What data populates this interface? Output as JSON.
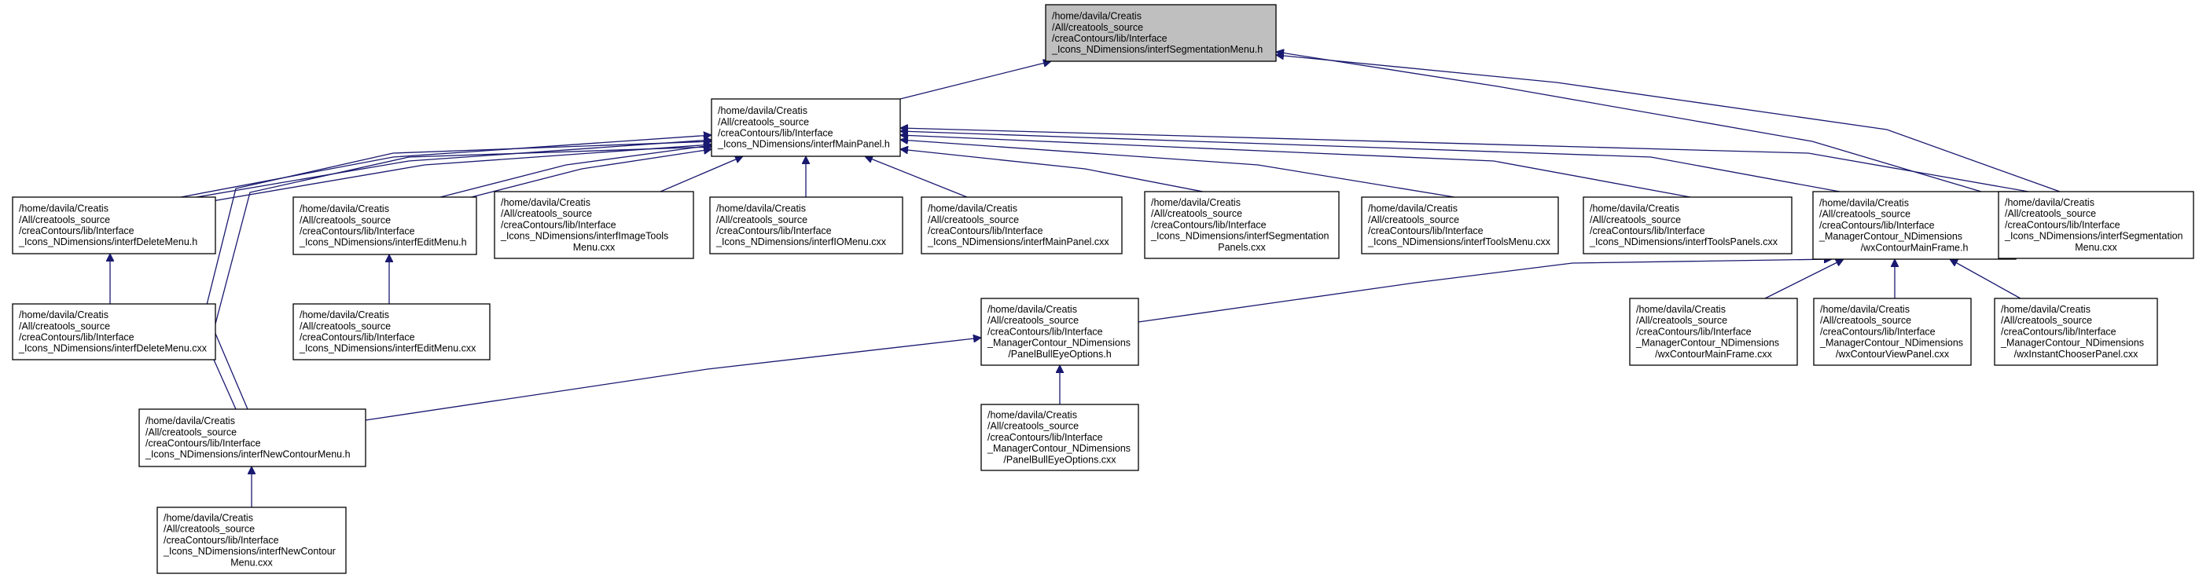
{
  "diagram": {
    "title": "",
    "nodes": [
      {
        "id": "n0",
        "root": true,
        "align": "left",
        "lines": [
          "/home/davila/Creatis",
          "/All/creatools_source",
          "/creaContours/lib/Interface",
          "_Icons_NDimensions/interfSegmentationMenu.h"
        ]
      },
      {
        "id": "n1",
        "align": "left",
        "lines": [
          "/home/davila/Creatis",
          "/All/creatools_source",
          "/creaContours/lib/Interface",
          "_Icons_NDimensions/interfMainPanel.h"
        ]
      },
      {
        "id": "n2",
        "align": "left",
        "lines": [
          "/home/davila/Creatis",
          "/All/creatools_source",
          "/creaContours/lib/Interface",
          "_Icons_NDimensions/interfDeleteMenu.h"
        ]
      },
      {
        "id": "n3",
        "align": "left",
        "lines": [
          "/home/davila/Creatis",
          "/All/creatools_source",
          "/creaContours/lib/Interface",
          "_Icons_NDimensions/interfEditMenu.h"
        ]
      },
      {
        "id": "n4",
        "align": "center",
        "lines": [
          "/home/davila/Creatis",
          "/All/creatools_source",
          "/creaContours/lib/Interface",
          "_Icons_NDimensions/interfImageTools",
          "Menu.cxx"
        ]
      },
      {
        "id": "n5",
        "align": "left",
        "lines": [
          "/home/davila/Creatis",
          "/All/creatools_source",
          "/creaContours/lib/Interface",
          "_Icons_NDimensions/interfIOMenu.cxx"
        ]
      },
      {
        "id": "n6",
        "align": "left",
        "lines": [
          "/home/davila/Creatis",
          "/All/creatools_source",
          "/creaContours/lib/Interface",
          "_Icons_NDimensions/interfMainPanel.cxx"
        ]
      },
      {
        "id": "n7",
        "align": "center",
        "lines": [
          "/home/davila/Creatis",
          "/All/creatools_source",
          "/creaContours/lib/Interface",
          "_Icons_NDimensions/interfSegmentation",
          "Panels.cxx"
        ]
      },
      {
        "id": "n8",
        "align": "left",
        "lines": [
          "/home/davila/Creatis",
          "/All/creatools_source",
          "/creaContours/lib/Interface",
          "_Icons_NDimensions/interfToolsMenu.cxx"
        ]
      },
      {
        "id": "n9",
        "align": "left",
        "lines": [
          "/home/davila/Creatis",
          "/All/creatools_source",
          "/creaContours/lib/Interface",
          "_Icons_NDimensions/interfToolsPanels.cxx"
        ]
      },
      {
        "id": "n10",
        "align": "center",
        "lines": [
          "/home/davila/Creatis",
          "/All/creatools_source",
          "/creaContours/lib/Interface",
          "_ManagerContour_NDimensions",
          "/wxContourMainFrame.h"
        ]
      },
      {
        "id": "n11",
        "align": "center",
        "lines": [
          "/home/davila/Creatis",
          "/All/creatools_source",
          "/creaContours/lib/Interface",
          "_Icons_NDimensions/interfSegmentation",
          "Menu.cxx"
        ]
      },
      {
        "id": "n12",
        "align": "left",
        "lines": [
          "/home/davila/Creatis",
          "/All/creatools_source",
          "/creaContours/lib/Interface",
          "_Icons_NDimensions/interfDeleteMenu.cxx"
        ]
      },
      {
        "id": "n13",
        "align": "left",
        "lines": [
          "/home/davila/Creatis",
          "/All/creatools_source",
          "/creaContours/lib/Interface",
          "_Icons_NDimensions/interfEditMenu.cxx"
        ]
      },
      {
        "id": "n14",
        "align": "center",
        "lines": [
          "/home/davila/Creatis",
          "/All/creatools_source",
          "/creaContours/lib/Interface",
          "_ManagerContour_NDimensions",
          "/PanelBullEyeOptions.h"
        ]
      },
      {
        "id": "n15",
        "align": "center",
        "lines": [
          "/home/davila/Creatis",
          "/All/creatools_source",
          "/creaContours/lib/Interface",
          "_ManagerContour_NDimensions",
          "/wxContourMainFrame.cxx"
        ]
      },
      {
        "id": "n16",
        "align": "center",
        "lines": [
          "/home/davila/Creatis",
          "/All/creatools_source",
          "/creaContours/lib/Interface",
          "_ManagerContour_NDimensions",
          "/wxContourViewPanel.cxx"
        ]
      },
      {
        "id": "n17",
        "align": "center",
        "lines": [
          "/home/davila/Creatis",
          "/All/creatools_source",
          "/creaContours/lib/Interface",
          "_ManagerContour_NDimensions",
          "/wxInstantChooserPanel.cxx"
        ]
      },
      {
        "id": "n18",
        "align": "left",
        "lines": [
          "/home/davila/Creatis",
          "/All/creatools_source",
          "/creaContours/lib/Interface",
          "_Icons_NDimensions/interfNewContourMenu.h"
        ]
      },
      {
        "id": "n19",
        "align": "center",
        "lines": [
          "/home/davila/Creatis",
          "/All/creatools_source",
          "/creaContours/lib/Interface",
          "_ManagerContour_NDimensions",
          "/PanelBullEyeOptions.cxx"
        ]
      },
      {
        "id": "n20",
        "align": "center",
        "lines": [
          "/home/davila/Creatis",
          "/All/creatools_source",
          "/creaContours/lib/Interface",
          "_Icons_NDimensions/interfNewContour",
          "Menu.cxx"
        ]
      }
    ],
    "edges": [
      {
        "from": "n1",
        "to": "n0"
      },
      {
        "from": "n10",
        "to": "n0"
      },
      {
        "from": "n11",
        "to": "n0"
      },
      {
        "from": "n2",
        "to": "n1"
      },
      {
        "from": "n3",
        "to": "n1"
      },
      {
        "from": "n4",
        "to": "n1"
      },
      {
        "from": "n5",
        "to": "n1"
      },
      {
        "from": "n6",
        "to": "n1"
      },
      {
        "from": "n7",
        "to": "n1"
      },
      {
        "from": "n8",
        "to": "n1"
      },
      {
        "from": "n9",
        "to": "n1"
      },
      {
        "from": "n10",
        "to": "n1"
      },
      {
        "from": "n11",
        "to": "n1"
      },
      {
        "from": "n18",
        "to": "n1"
      },
      {
        "from": "n12",
        "to": "n2"
      },
      {
        "from": "n13",
        "to": "n3"
      },
      {
        "from": "n14",
        "to": "n10"
      },
      {
        "from": "n15",
        "to": "n10"
      },
      {
        "from": "n16",
        "to": "n10"
      },
      {
        "from": "n17",
        "to": "n10"
      },
      {
        "from": "n18",
        "to": "n14"
      },
      {
        "from": "n19",
        "to": "n14"
      },
      {
        "from": "n20",
        "to": "n18"
      }
    ],
    "colors": {
      "edge": "#191970",
      "root_fill": "#bfbfbf",
      "node_fill": "#ffffff",
      "border": "#000000"
    }
  }
}
